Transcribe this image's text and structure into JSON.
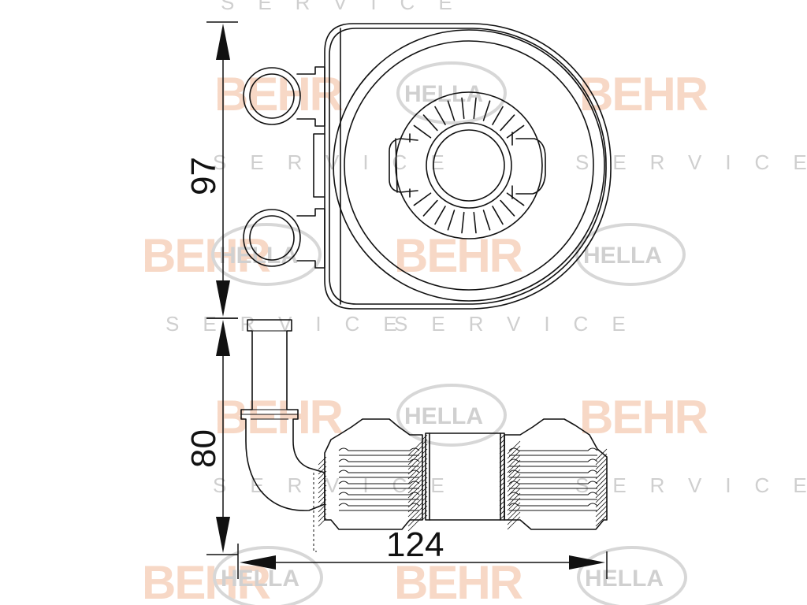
{
  "dimensions": {
    "height_top_view": "97",
    "height_side_view": "80",
    "width": "124"
  },
  "watermarks": {
    "brand_behr": "BEHR",
    "brand_hella": "HELLA",
    "service": "SERVICE"
  },
  "colors": {
    "line": "#111111",
    "watermark_behr": "#f6d2bd",
    "watermark_grey": "#cfcfcf"
  }
}
